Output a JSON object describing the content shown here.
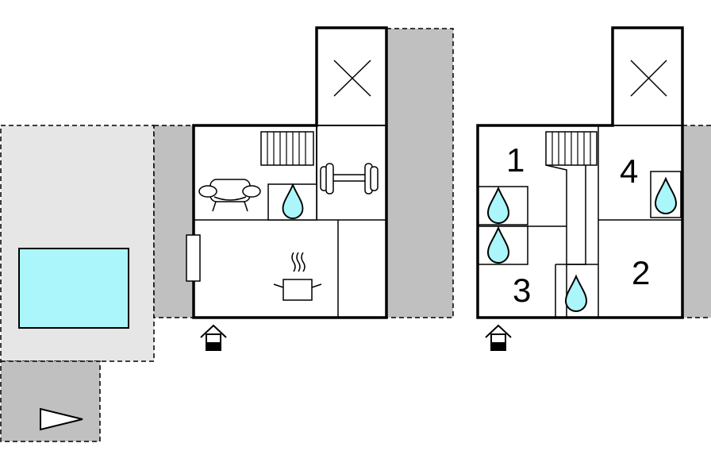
{
  "plans": [
    {
      "name": "ground-floor",
      "rooms": []
    },
    {
      "name": "upper-floor",
      "rooms": [
        {
          "label": "1"
        },
        {
          "label": "2"
        },
        {
          "label": "3"
        },
        {
          "label": "4"
        }
      ]
    }
  ],
  "icons": [
    "sofa-icon",
    "shower-icon",
    "dumbbell-icon",
    "cooking-pot-icon",
    "stairs-icon",
    "void-x-icon",
    "entrance-icon",
    "pool-icon",
    "parking-arrow-icon",
    "window-icon"
  ],
  "colors": {
    "terrace_light": "#e6e6e6",
    "terrace_dark": "#c0c0c0",
    "pool": "#aaf6fa",
    "walls": "#000000"
  }
}
